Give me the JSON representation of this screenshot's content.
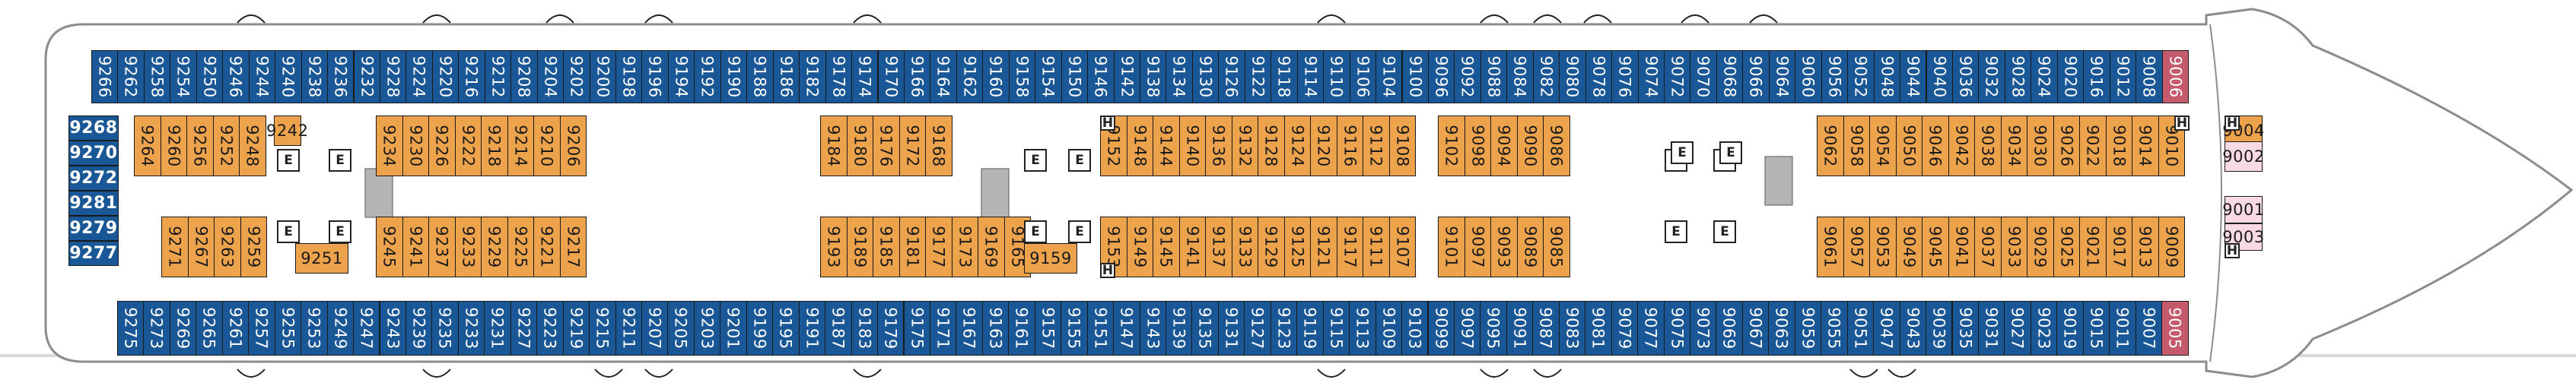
{
  "colors": {
    "interior": "#eda24c",
    "exterior": "#1a5796",
    "aft": "#c45a6c",
    "suite": "#f9d9e3",
    "hull": "#9a9a9a"
  },
  "top_row": [
    "9266",
    "9262",
    "9258",
    "9254",
    "9250",
    "9246",
    "9244",
    "9240",
    "9238",
    "9236",
    "9232",
    "9228",
    "9224",
    "9220",
    "9216",
    "9212",
    "9208",
    "9204",
    "9202",
    "9200",
    "9198",
    "9196",
    "9194",
    "9192",
    "9190",
    "9188",
    "9186",
    "9182",
    "9178",
    "9174",
    "9170",
    "9166",
    "9164",
    "9162",
    "9160",
    "9158",
    "9154",
    "9150",
    "9146",
    "9142",
    "9138",
    "9134",
    "9130",
    "9126",
    "9122",
    "9118",
    "9114",
    "9110",
    "9106",
    "9104",
    "9100",
    "9096",
    "9092",
    "9088",
    "9084",
    "9082",
    "9080",
    "9078",
    "9076",
    "9074",
    "9072",
    "9070",
    "9068",
    "9066",
    "9064",
    "9060",
    "9056",
    "9052",
    "9048",
    "9044",
    "9040",
    "9036",
    "9032",
    "9028",
    "9024",
    "9020",
    "9016",
    "9012",
    "9008",
    "9006"
  ],
  "bottom_row": [
    "9275",
    "9273",
    "9269",
    "9265",
    "9261",
    "9257",
    "9255",
    "9253",
    "9249",
    "9247",
    "9243",
    "9239",
    "9235",
    "9233",
    "9231",
    "9227",
    "9223",
    "9219",
    "9215",
    "9211",
    "9207",
    "9205",
    "9203",
    "9201",
    "9199",
    "9195",
    "9191",
    "9187",
    "9183",
    "9179",
    "9175",
    "9171",
    "9167",
    "9163",
    "9161",
    "9157",
    "9155",
    "9151",
    "9147",
    "9143",
    "9139",
    "9135",
    "9131",
    "9127",
    "9123",
    "9119",
    "9115",
    "9113",
    "9109",
    "9103",
    "9099",
    "9097",
    "9095",
    "9091",
    "9087",
    "9083",
    "9081",
    "9079",
    "9077",
    "9075",
    "9073",
    "9069",
    "9067",
    "9063",
    "9059",
    "9055",
    "9051",
    "9047",
    "9043",
    "9039",
    "9035",
    "9031",
    "9027",
    "9023",
    "9019",
    "9015",
    "9011",
    "9007",
    "9005"
  ],
  "left_side": [
    "9268",
    "9270",
    "9272",
    "9281",
    "9279",
    "9277"
  ],
  "inner_upper": [
    {
      "cabins": [
        "9264",
        "9260",
        "9256",
        "9252",
        "9248"
      ]
    },
    {
      "cabins": [
        "9242"
      ]
    },
    {
      "cabins": [
        "9234",
        "9230",
        "9226",
        "9222",
        "9218",
        "9214",
        "9210",
        "9206"
      ]
    },
    {
      "cabins": [
        "9184",
        "9180",
        "9176",
        "9172",
        "9168"
      ]
    },
    {
      "cabins": [
        "9152",
        "9148",
        "9144",
        "9140",
        "9136",
        "9132",
        "9128",
        "9124",
        "9120",
        "9116",
        "9112",
        "9108"
      ]
    },
    {
      "cabins": [
        "9102",
        "9098",
        "9094",
        "9090",
        "9086"
      ]
    },
    {
      "cabins": [
        "9062",
        "9058",
        "9054",
        "9050",
        "9046",
        "9042",
        "9038",
        "9034",
        "9030",
        "9026",
        "9022",
        "9018",
        "9014",
        "9010"
      ]
    }
  ],
  "inner_lower": [
    {
      "cabins": [
        "9271",
        "9267",
        "9263",
        "9259"
      ]
    },
    {
      "cabins": [
        "9251"
      ]
    },
    {
      "cabins": [
        "9245",
        "9241",
        "9237",
        "9233",
        "9229",
        "9225",
        "9221",
        "9217"
      ]
    },
    {
      "cabins": [
        "9193",
        "9189",
        "9185",
        "9181",
        "9177",
        "9173",
        "9169",
        "9165"
      ]
    },
    {
      "cabins": [
        "9159"
      ]
    },
    {
      "cabins": [
        "9153",
        "9149",
        "9145",
        "9141",
        "9137",
        "9133",
        "9129",
        "9125",
        "9121",
        "9117",
        "9111",
        "9107"
      ]
    },
    {
      "cabins": [
        "9101",
        "9097",
        "9093",
        "9089",
        "9085"
      ]
    },
    {
      "cabins": [
        "9061",
        "9057",
        "9053",
        "9049",
        "9045",
        "9041",
        "9037",
        "9033",
        "9029",
        "9025",
        "9021",
        "9017",
        "9013",
        "9009"
      ]
    }
  ],
  "forward_suites": [
    "9004",
    "9002",
    "9001",
    "9003"
  ],
  "symbols": {
    "elevator": "E",
    "handicap": "H",
    "accessible": "♿"
  }
}
